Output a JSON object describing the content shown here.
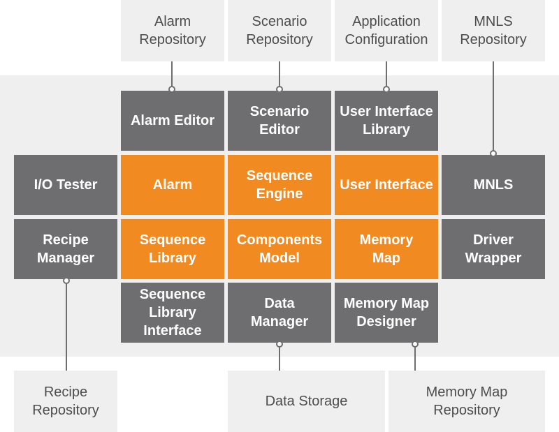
{
  "boxes": {
    "alarm_repository": "Alarm\nRepository",
    "scenario_repository": "Scenario\nRepository",
    "application_configuration": "Application\nConfiguration",
    "mnls_repository": "MNLS\nRepository",
    "alarm_editor": "Alarm Editor",
    "scenario_editor": "Scenario\nEditor",
    "user_interface_library": "User Interface\nLibrary",
    "io_tester": "I/O Tester",
    "alarm": "Alarm",
    "sequence_engine": "Sequence\nEngine",
    "user_interface": "User Interface",
    "mnls": "MNLS",
    "recipe_manager": "Recipe\nManager",
    "sequence_library": "Sequence\nLibrary",
    "components_model": "Components\nModel",
    "memory_map": "Memory\nMap",
    "driver_wrapper": "Driver\nWrapper",
    "sequence_library_interface": "Sequence\nLibrary\nInterface",
    "data_manager": "Data\nManager",
    "memory_map_designer": "Memory Map\nDesigner",
    "recipe_repository": "Recipe\nRepository",
    "data_storage": "Data Storage",
    "memory_map_repository": "Memory Map\nRepository"
  },
  "colors": {
    "external": "#efefef",
    "core": "#f28a22",
    "module": "#6e6e70",
    "connector": "#6e6e70"
  }
}
